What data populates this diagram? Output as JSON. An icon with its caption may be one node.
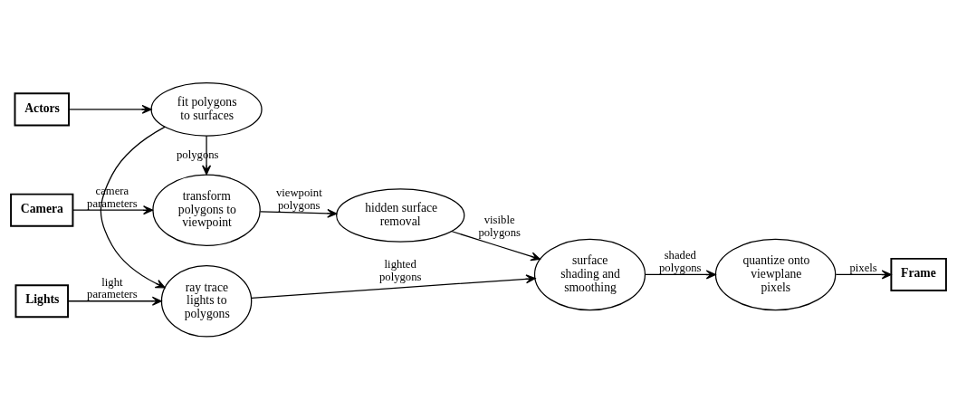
{
  "diagram": {
    "nodes": [
      {
        "text": [
          "Camera"
        ]
      },
      {
        "text": [
          "Actors"
        ]
      },
      {
        "text": [
          "Lights"
        ]
      },
      {
        "text": [
          "transform polygons to viewpoint"
        ]
      },
      {
        "text": [
          "hidden surface removal"
        ]
      },
      {
        "text": [
          "fit polygons to surfaces"
        ]
      },
      {
        "text": [
          "ray trace lights to polygons"
        ]
      },
      {
        "text": [
          "surface shading and smoothing"
        ]
      },
      {
        "text": [
          "quantize onto viewplane pixels"
        ]
      },
      {
        "text": [
          "Frame"
        ]
      }
    ],
    "edges": [
      {
        "from": 0,
        "to": 3,
        "arrow": "to",
        "label": "camera parameters"
      },
      {
        "from": 3,
        "to": 4,
        "arrow": "to",
        "label": "viewpoint polygons"
      },
      {
        "from": 1,
        "to": 5,
        "arrow": "to"
      },
      {
        "from": 5,
        "to": 3,
        "arrow": "to",
        "label": "polygons"
      },
      {
        "from": 5,
        "to": 6,
        "arrow": "to"
      },
      {
        "from": 2,
        "to": 6,
        "arrow": "to",
        "label": "light parameters"
      },
      {
        "from": 6,
        "to": 7,
        "arrow": "to",
        "label": "lighted polygons"
      },
      {
        "from": 4,
        "to": 7,
        "arrow": "to",
        "label": "visible polygons"
      },
      {
        "from": 7,
        "to": 8,
        "arrow": "to",
        "label": "shaded polygons"
      },
      {
        "from": 8,
        "to": 9,
        "arrow": "to",
        "label": "pixels"
      }
    ]
  }
}
